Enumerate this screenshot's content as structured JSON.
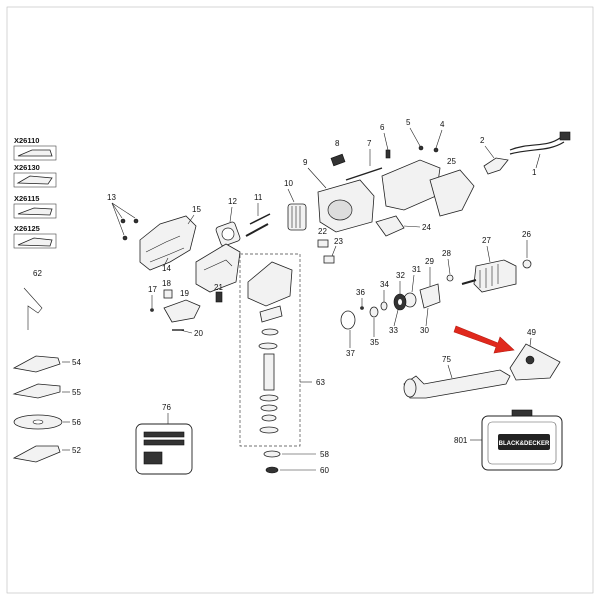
{
  "accessories": [
    {
      "code": "X26110"
    },
    {
      "code": "X26130"
    },
    {
      "code": "X26115"
    },
    {
      "code": "X26125"
    }
  ],
  "callouts": {
    "c1": "1",
    "c2": "2",
    "c4": "4",
    "c5": "5",
    "c6": "6",
    "c7": "7",
    "c8": "8",
    "c9": "9",
    "c10": "10",
    "c11": "11",
    "c12": "12",
    "c13": "13",
    "c14": "14",
    "c15": "15",
    "c17": "17",
    "c18": "18",
    "c19": "19",
    "c20": "20",
    "c21": "21",
    "c22": "22",
    "c23": "23",
    "c24": "24",
    "c25": "25",
    "c26": "26",
    "c27": "27",
    "c28": "28",
    "c29": "29",
    "c30": "30",
    "c31": "31",
    "c32": "32",
    "c33": "33",
    "c34": "34",
    "c35": "35",
    "c36": "36",
    "c37": "37",
    "c49": "49",
    "c52": "52",
    "c54": "54",
    "c55": "55",
    "c56": "56",
    "c58": "58",
    "c60": "60",
    "c62": "62",
    "c63": "63",
    "c75": "75",
    "c76": "76",
    "c801": "801"
  },
  "case_brand": "BLACK&DECKER",
  "colors": {
    "ink": "#222222",
    "highlight_arrow": "#e0281c",
    "paper": "#ffffff"
  }
}
